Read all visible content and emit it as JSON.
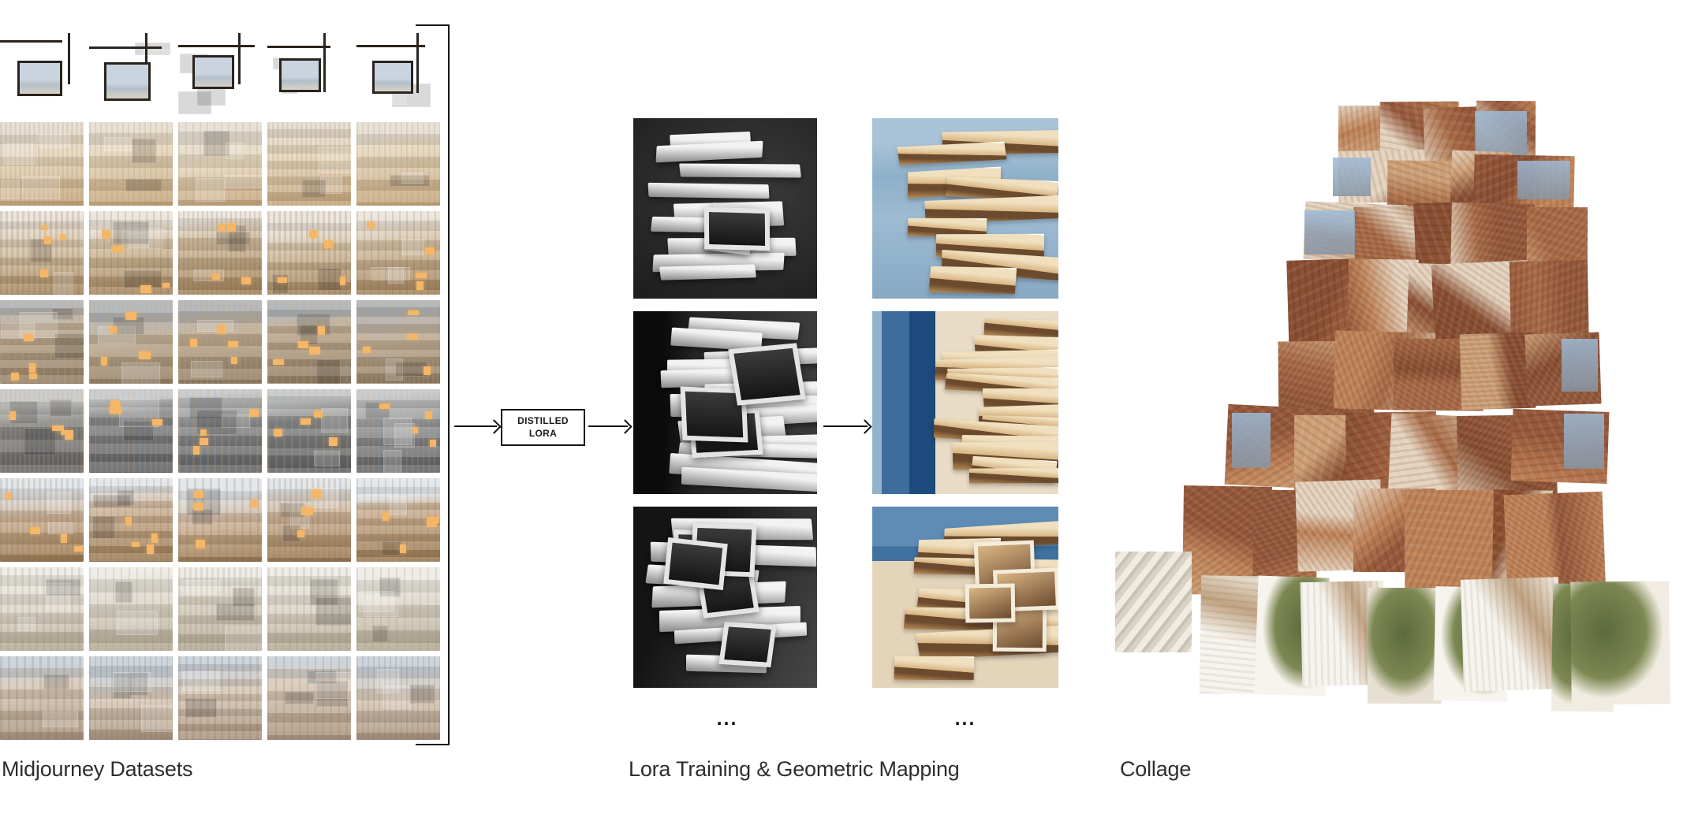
{
  "page": {
    "background": "#ffffff",
    "text_color": "#2e2e2e",
    "line_color": "#161616"
  },
  "captions": {
    "datasets": "Midjourney Datasets",
    "training": "Lora Training & Geometric Mapping",
    "collage": "Collage"
  },
  "distilled_lora": {
    "line1": "DISTILLED",
    "line2": "LORA"
  },
  "ellipsis": "...",
  "dataset_grid": {
    "rows": 8,
    "cols": 5,
    "row_themes": [
      {
        "name": "interior-line-overlays",
        "sky": "#b9c6d2",
        "base": "#ddd3c6",
        "deep": "#b3a untouched",
        "accent": "#6b5b49",
        "line": "#2a241e",
        "window": true,
        "glow": false
      },
      {
        "name": "timber-facades",
        "sky": "#e4ddd1",
        "base": "#e6d7bd",
        "deep": "#c3a379",
        "accent": "#a98c62",
        "window": false,
        "glow": false
      },
      {
        "name": "dense-warm-collage",
        "sky": "#e9e3d9",
        "base": "#d3bfa2",
        "deep": "#a08059",
        "accent": "#7d5f41",
        "window": false,
        "glow": true
      },
      {
        "name": "glowing-modules",
        "sky": "#aab0b5",
        "base": "#bcab94",
        "deep": "#8d7a62",
        "accent": "#caa06a",
        "window": false,
        "glow": true
      },
      {
        "name": "gray-modules",
        "sky": "#c2c7cb",
        "base": "#83878b",
        "deep": "#5b5e62",
        "accent": "#d99f5e",
        "window": false,
        "glow": true
      },
      {
        "name": "warm-terraces",
        "sky": "#dfe5ea",
        "base": "#cdb398",
        "deep": "#97764f",
        "accent": "#8a6b4a",
        "window": false,
        "glow": true
      },
      {
        "name": "white-modules",
        "sky": "#eceae3",
        "base": "#dcd5c7",
        "deep": "#b0a58f",
        "accent": "#97876c",
        "window": false,
        "glow": false
      },
      {
        "name": "interior-water-views",
        "sky": "#c6cfd8",
        "base": "#d8c8b5",
        "deep": "#a7917b",
        "accent": "#7e6c58",
        "window": false,
        "glow": false
      }
    ]
  },
  "depth_column": {
    "style": "grayscale-depth-map",
    "panels": 3,
    "palette": {
      "bg_dark": "#141414",
      "bg_mid": "#3c3c3c",
      "slab_light": "#f2f2f2",
      "slab_dark": "#8b8b8b",
      "box_edge": "#e4e4e4"
    }
  },
  "render_column": {
    "style": "color-render",
    "panels": 3,
    "palette": {
      "water_light": "#a9c3d8",
      "water_mid": "#5e8cb4",
      "water_deep": "#1d4a7d",
      "wood_light": "#f0e0bf",
      "wood_mid": "#d9b684",
      "wood_dark": "#b98d56",
      "window_dark": "#6b4a2e",
      "white_edge": "#ffffff"
    }
  },
  "collage": {
    "palette": {
      "rust": [
        "#a96a45",
        "#8a4e31",
        "#c08257",
        "#cfa076",
        "#e6d3bd",
        "#96583a"
      ],
      "sky": "#9dbbd8",
      "slate": "#8795a4",
      "light": [
        "#f1ece1",
        "#e7e0d2",
        "#f7f4ee"
      ],
      "green": [
        "#7c8751",
        "#5c6a3d"
      ],
      "navy": "#203150",
      "tan": "#c2a483"
    }
  }
}
